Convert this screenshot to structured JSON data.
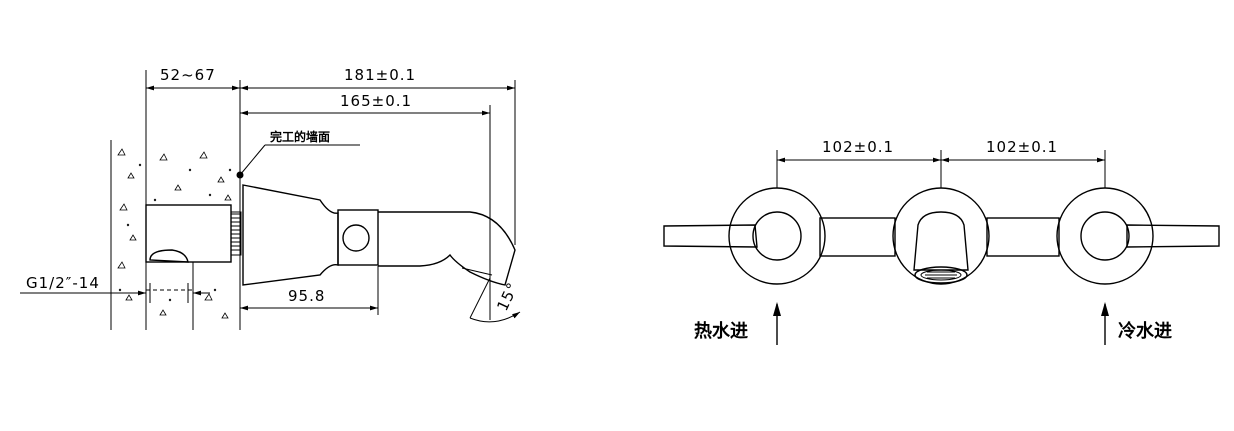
{
  "side_view": {
    "dim_wall_range": "52~67",
    "dim_total_length": "181±0.1",
    "dim_spout_length": "165±0.1",
    "wall_label": "完工的墙面",
    "dim_thread": "G1/2″-14",
    "dim_handle_offset": "95.8",
    "dim_angle": "15°"
  },
  "front_view": {
    "dim_left_spacing": "102±0.1",
    "dim_right_spacing": "102±0.1",
    "hot_inlet_label": "热水进",
    "cold_inlet_label": "冷水进"
  }
}
